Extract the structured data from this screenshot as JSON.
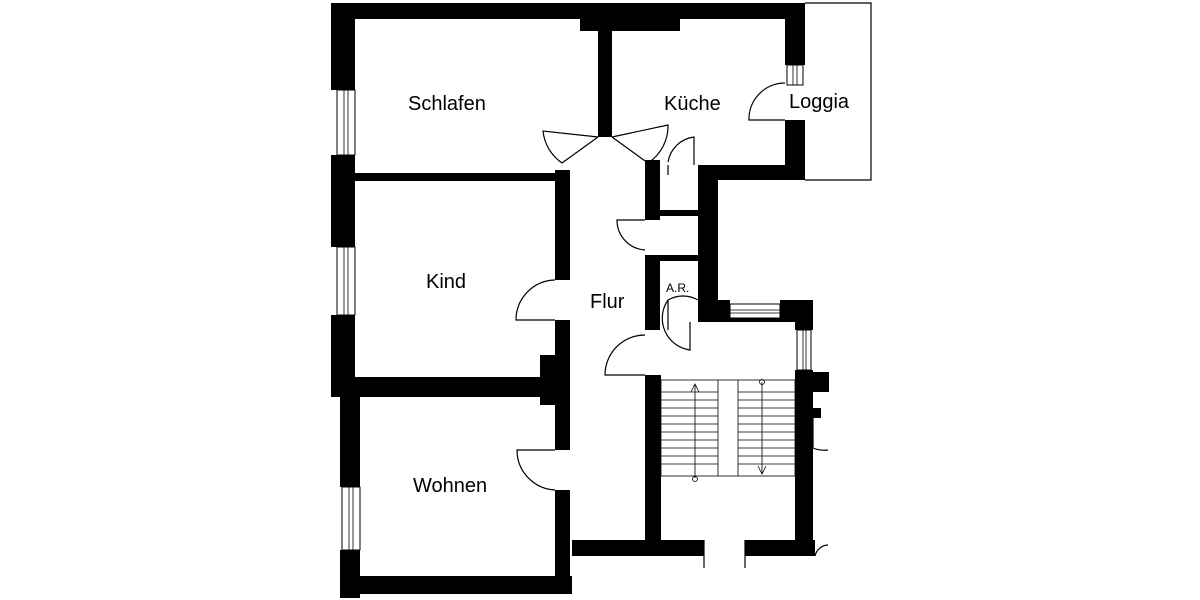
{
  "rooms": {
    "schlafen": "Schlafen",
    "kueche": "Küche",
    "loggia": "Loggia",
    "kind": "Kind",
    "flur": "Flur",
    "abstellraum": "A.R.",
    "wohnen": "Wohnen"
  },
  "colors": {
    "wall": "#000000",
    "background": "#ffffff"
  }
}
